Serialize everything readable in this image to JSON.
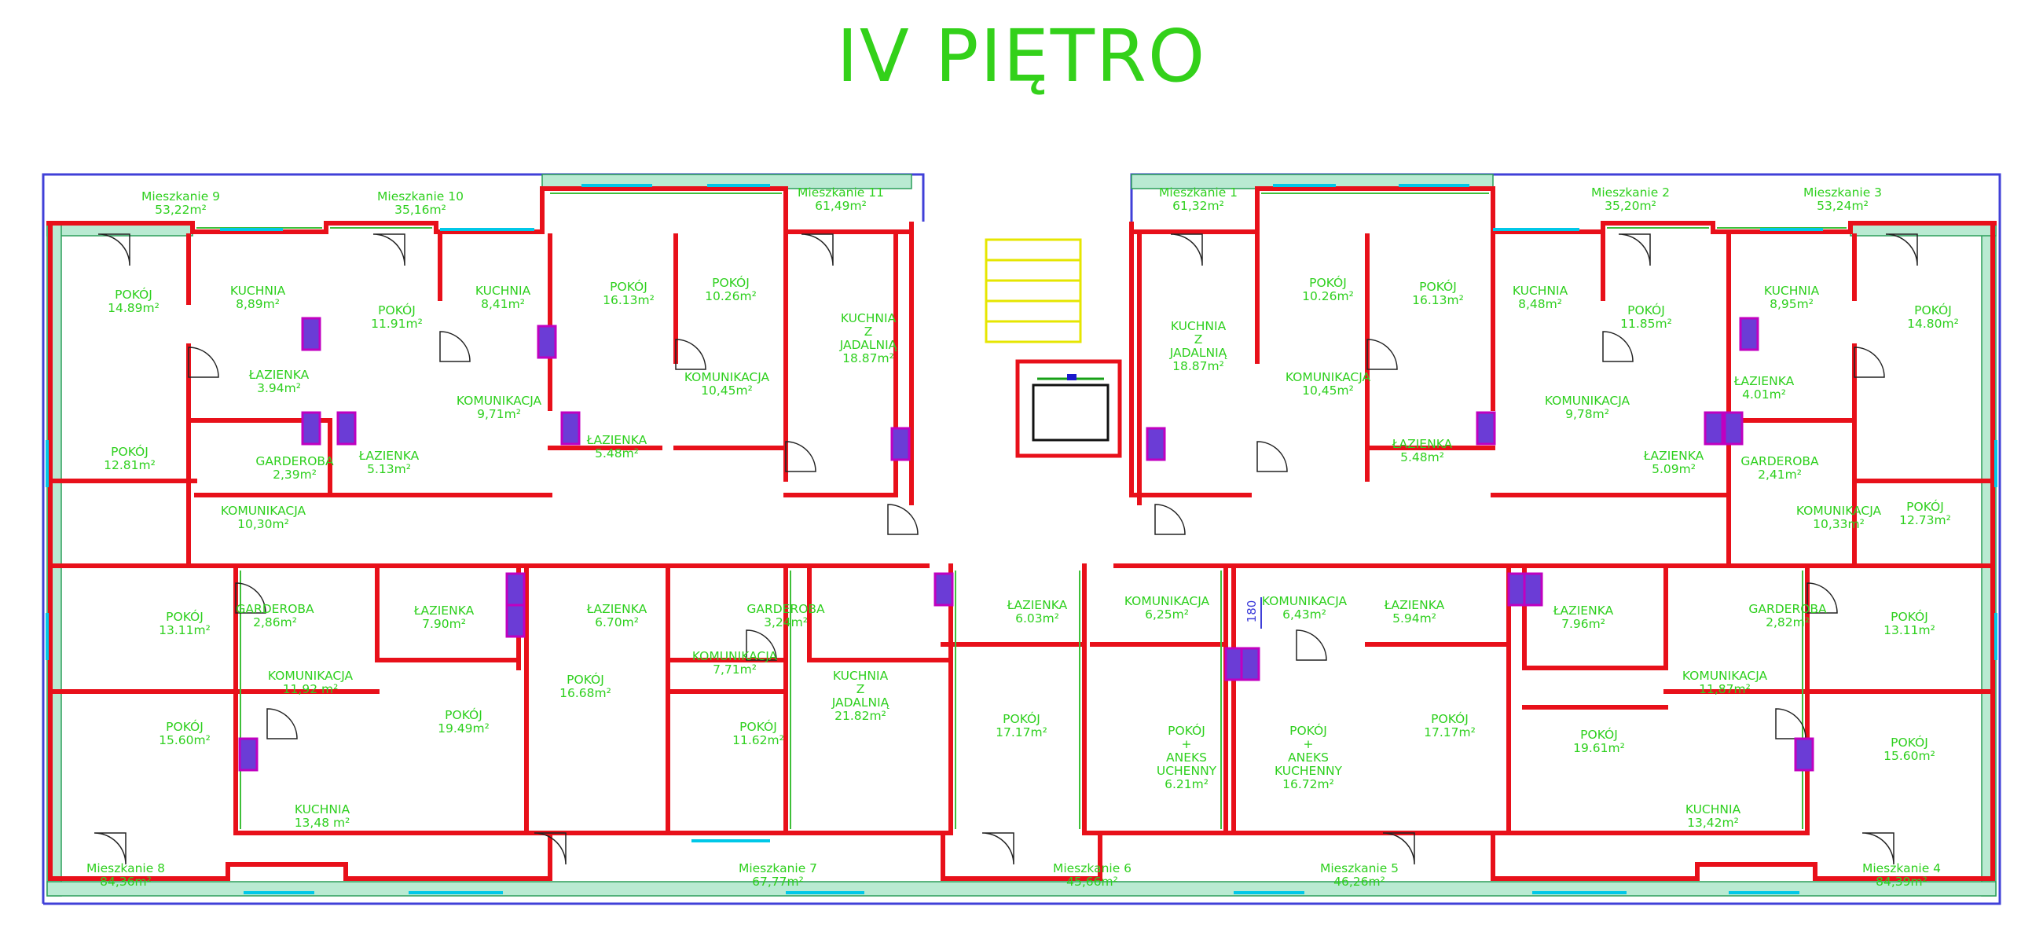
{
  "title": "IV PIĘTRO",
  "colors": {
    "title": "#33d11a",
    "wall": "#e8101a",
    "label": "#2ed01e",
    "outline": "#4040d8",
    "stair": "#e6e600",
    "insulation": "#b9ead2"
  },
  "apartments": [
    {
      "id": "m9",
      "name": "Mieszkanie  9",
      "area": "53,22m²"
    },
    {
      "id": "m10",
      "name": "Mieszkanie  10",
      "area": "35,16m²"
    },
    {
      "id": "m11",
      "name": "Mieszkanie  11",
      "area": "61,49m²"
    },
    {
      "id": "m1",
      "name": "Mieszkanie  1",
      "area": "61,32m²"
    },
    {
      "id": "m2",
      "name": "Mieszkanie  2",
      "area": "35,20m²"
    },
    {
      "id": "m3",
      "name": "Mieszkanie  3",
      "area": "53,24m²"
    },
    {
      "id": "m8",
      "name": "Mieszkanie  8",
      "area": "84,36m²"
    },
    {
      "id": "m7",
      "name": "Mieszkanie  7",
      "area": "67,77m²"
    },
    {
      "id": "m6",
      "name": "Mieszkanie  6",
      "area": "45,66m²"
    },
    {
      "id": "m5",
      "name": "Mieszkanie  5",
      "area": "46,26m²"
    },
    {
      "id": "m4",
      "name": "Mieszkanie  4",
      "area": "84,39m²"
    }
  ],
  "rooms": [
    {
      "id": "r1",
      "lines": [
        "POKÓJ",
        "14.89m²"
      ]
    },
    {
      "id": "r2",
      "lines": [
        "KUCHNIA",
        "8,89m²"
      ]
    },
    {
      "id": "r3",
      "lines": [
        "ŁAZIENKA",
        "3.94m²"
      ]
    },
    {
      "id": "r4",
      "lines": [
        "POKÓJ",
        "12.81m²"
      ]
    },
    {
      "id": "r5",
      "lines": [
        "GARDEROBA",
        "2,39m²"
      ]
    },
    {
      "id": "r6",
      "lines": [
        "KOMUNIKACJA",
        "10,30m²"
      ]
    },
    {
      "id": "r7",
      "lines": [
        "POKÓJ",
        "11.91m²"
      ]
    },
    {
      "id": "r8",
      "lines": [
        "KUCHNIA",
        "8,41m²"
      ]
    },
    {
      "id": "r9",
      "lines": [
        "KOMUNIKACJA",
        "9,71m²"
      ]
    },
    {
      "id": "r10",
      "lines": [
        "ŁAZIENKA",
        "5.13m²"
      ]
    },
    {
      "id": "r11",
      "lines": [
        "POKÓJ",
        "16.13m²"
      ]
    },
    {
      "id": "r12",
      "lines": [
        "POKÓJ",
        "10.26m²"
      ]
    },
    {
      "id": "r13",
      "lines": [
        "KOMUNIKACJA",
        "10,45m²"
      ]
    },
    {
      "id": "r14",
      "lines": [
        "ŁAZIENKA",
        "5.48m²"
      ]
    },
    {
      "id": "r15",
      "lines": [
        "KUCHNIA",
        "Z",
        "JADALNIĄ",
        "18.87m²"
      ]
    },
    {
      "id": "r16",
      "lines": [
        "KUCHNIA",
        "Z",
        "JADALNIĄ",
        "18.87m²"
      ]
    },
    {
      "id": "r17",
      "lines": [
        "POKÓJ",
        "10.26m²"
      ]
    },
    {
      "id": "r18",
      "lines": [
        "POKÓJ",
        "16.13m²"
      ]
    },
    {
      "id": "r19",
      "lines": [
        "KOMUNIKACJA",
        "10,45m²"
      ]
    },
    {
      "id": "r20",
      "lines": [
        "ŁAZIENKA",
        "5.48m²"
      ]
    },
    {
      "id": "r21",
      "lines": [
        "KUCHNIA",
        "8,48m²"
      ]
    },
    {
      "id": "r22",
      "lines": [
        "POKÓJ",
        "11.85m²"
      ]
    },
    {
      "id": "r23",
      "lines": [
        "KOMUNIKACJA",
        "9,78m²"
      ]
    },
    {
      "id": "r24",
      "lines": [
        "ŁAZIENKA",
        "5.09m²"
      ]
    },
    {
      "id": "r25",
      "lines": [
        "KUCHNIA",
        "8,95m²"
      ]
    },
    {
      "id": "r26",
      "lines": [
        "POKÓJ",
        "14.80m²"
      ]
    },
    {
      "id": "r27",
      "lines": [
        "ŁAZIENKA",
        "4.01m²"
      ]
    },
    {
      "id": "r28",
      "lines": [
        "GARDEROBA",
        "2,41m²"
      ]
    },
    {
      "id": "r29",
      "lines": [
        "POKÓJ",
        "12.73m²"
      ]
    },
    {
      "id": "r30",
      "lines": [
        "KOMUNIKACJA",
        "10,33m²"
      ]
    },
    {
      "id": "r31",
      "lines": [
        "POKÓJ",
        "13.11m²"
      ]
    },
    {
      "id": "r32",
      "lines": [
        "GARDEROBA",
        "2,86m²"
      ]
    },
    {
      "id": "r33",
      "lines": [
        "KOMUNIKACJA",
        "11,92 m²"
      ]
    },
    {
      "id": "r34",
      "lines": [
        "ŁAZIENKA",
        "7.90m²"
      ]
    },
    {
      "id": "r35",
      "lines": [
        "POKÓJ",
        "15.60m²"
      ]
    },
    {
      "id": "r36",
      "lines": [
        "POKÓJ",
        "19.49m²"
      ]
    },
    {
      "id": "r37",
      "lines": [
        "KUCHNIA",
        "13,48  m²"
      ]
    },
    {
      "id": "r38",
      "lines": [
        "ŁAZIENKA",
        "6.70m²"
      ]
    },
    {
      "id": "r39",
      "lines": [
        "GARDEROBA",
        "3,24m²"
      ]
    },
    {
      "id": "r40",
      "lines": [
        "KOMUNIKACJA",
        "7,71m²"
      ]
    },
    {
      "id": "r41",
      "lines": [
        "POKÓJ",
        "16.68m²"
      ]
    },
    {
      "id": "r42",
      "lines": [
        "POKÓJ",
        "11.62m²"
      ]
    },
    {
      "id": "r43",
      "lines": [
        "KUCHNIA",
        "Z",
        "JADALNIĄ",
        "21.82m²"
      ]
    },
    {
      "id": "r44",
      "lines": [
        "ŁAZIENKA",
        "6.03m²"
      ]
    },
    {
      "id": "r45",
      "lines": [
        "KOMUNIKACJA",
        "6,25m²"
      ]
    },
    {
      "id": "r46",
      "lines": [
        "POKÓJ",
        "17.17m²"
      ]
    },
    {
      "id": "r47",
      "lines": [
        "POKÓJ",
        "+",
        "ANEKS",
        "UCHENNY",
        "6.21m²"
      ]
    },
    {
      "id": "r48",
      "lines": [
        "KOMUNIKACJA",
        "6,43m²"
      ]
    },
    {
      "id": "r49",
      "lines": [
        "ŁAZIENKA",
        "5.94m²"
      ]
    },
    {
      "id": "r50",
      "lines": [
        "POKÓJ",
        "+",
        "ANEKS",
        "KUCHENNY",
        "16.72m²"
      ]
    },
    {
      "id": "r51",
      "lines": [
        "POKÓJ",
        "17.17m²"
      ]
    },
    {
      "id": "r52",
      "lines": [
        "ŁAZIENKA",
        "7.96m²"
      ]
    },
    {
      "id": "r53",
      "lines": [
        "KOMUNIKACJA",
        "11,87m²"
      ]
    },
    {
      "id": "r54",
      "lines": [
        "POKÓJ",
        "19.61m²"
      ]
    },
    {
      "id": "r55",
      "lines": [
        "KUCHNIA",
        "13,42m²"
      ]
    },
    {
      "id": "r56",
      "lines": [
        "GARDEROBA",
        "2,82m²"
      ]
    },
    {
      "id": "r57",
      "lines": [
        "POKÓJ",
        "13.11m²"
      ]
    },
    {
      "id": "r58",
      "lines": [
        "POKÓJ",
        "15.60m²"
      ]
    }
  ],
  "dimension": "180"
}
